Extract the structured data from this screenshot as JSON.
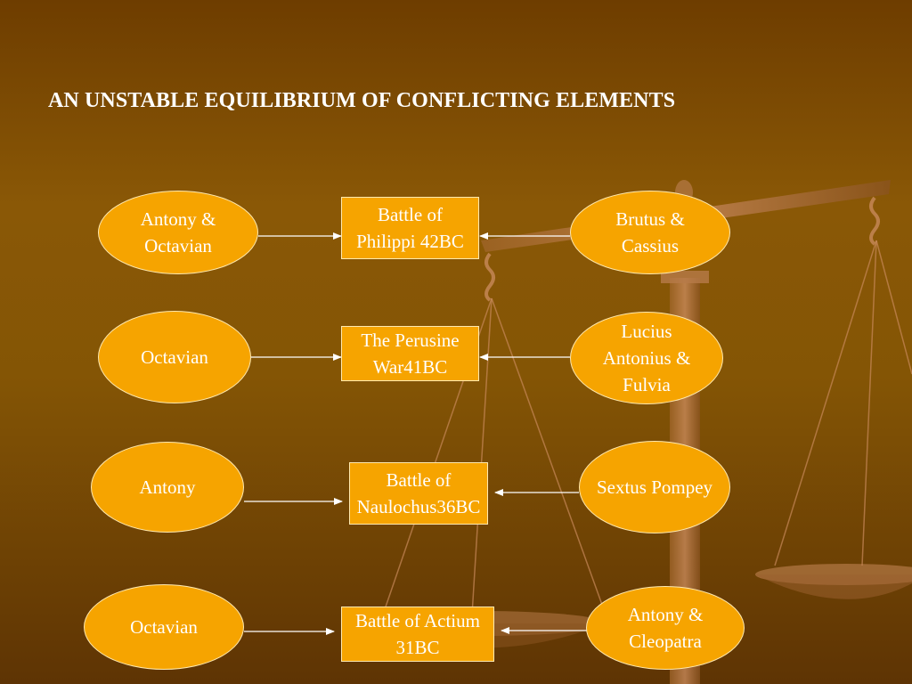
{
  "title": "AN UNSTABLE EQUILIBRIUM OF CONFLICTING ELEMENTS",
  "rows": [
    {
      "left": "Antony &\nOctavian",
      "event": "Battle of\nPhilippi 42BC",
      "right": "Brutus &\nCassius"
    },
    {
      "left": "Octavian",
      "event": "The Perusine\nWar41BC",
      "right": "Lucius\nAntonius &\nFulvia"
    },
    {
      "left": "Antony",
      "event": "Battle of\nNaulochus36BC",
      "right": "Sextus Pompey"
    },
    {
      "left": "Octavian",
      "event": "Battle of Actium\n31BC",
      "right": "Antony &\nCleopatra"
    }
  ],
  "colors": {
    "node_fill": "#f6a400",
    "text": "#ffffff",
    "background": "#7a4a03"
  },
  "decoration": "scales-of-justice"
}
